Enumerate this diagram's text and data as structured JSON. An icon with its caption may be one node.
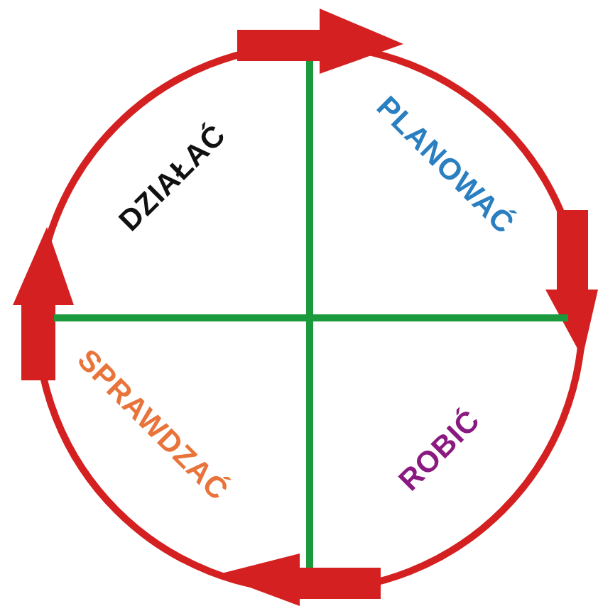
{
  "diagram": {
    "labels": [
      "DZIAŁAĆ",
      "PLANOWAĆ",
      "SPRAWDZAĆ",
      "ROBIĆ"
    ]
  }
}
